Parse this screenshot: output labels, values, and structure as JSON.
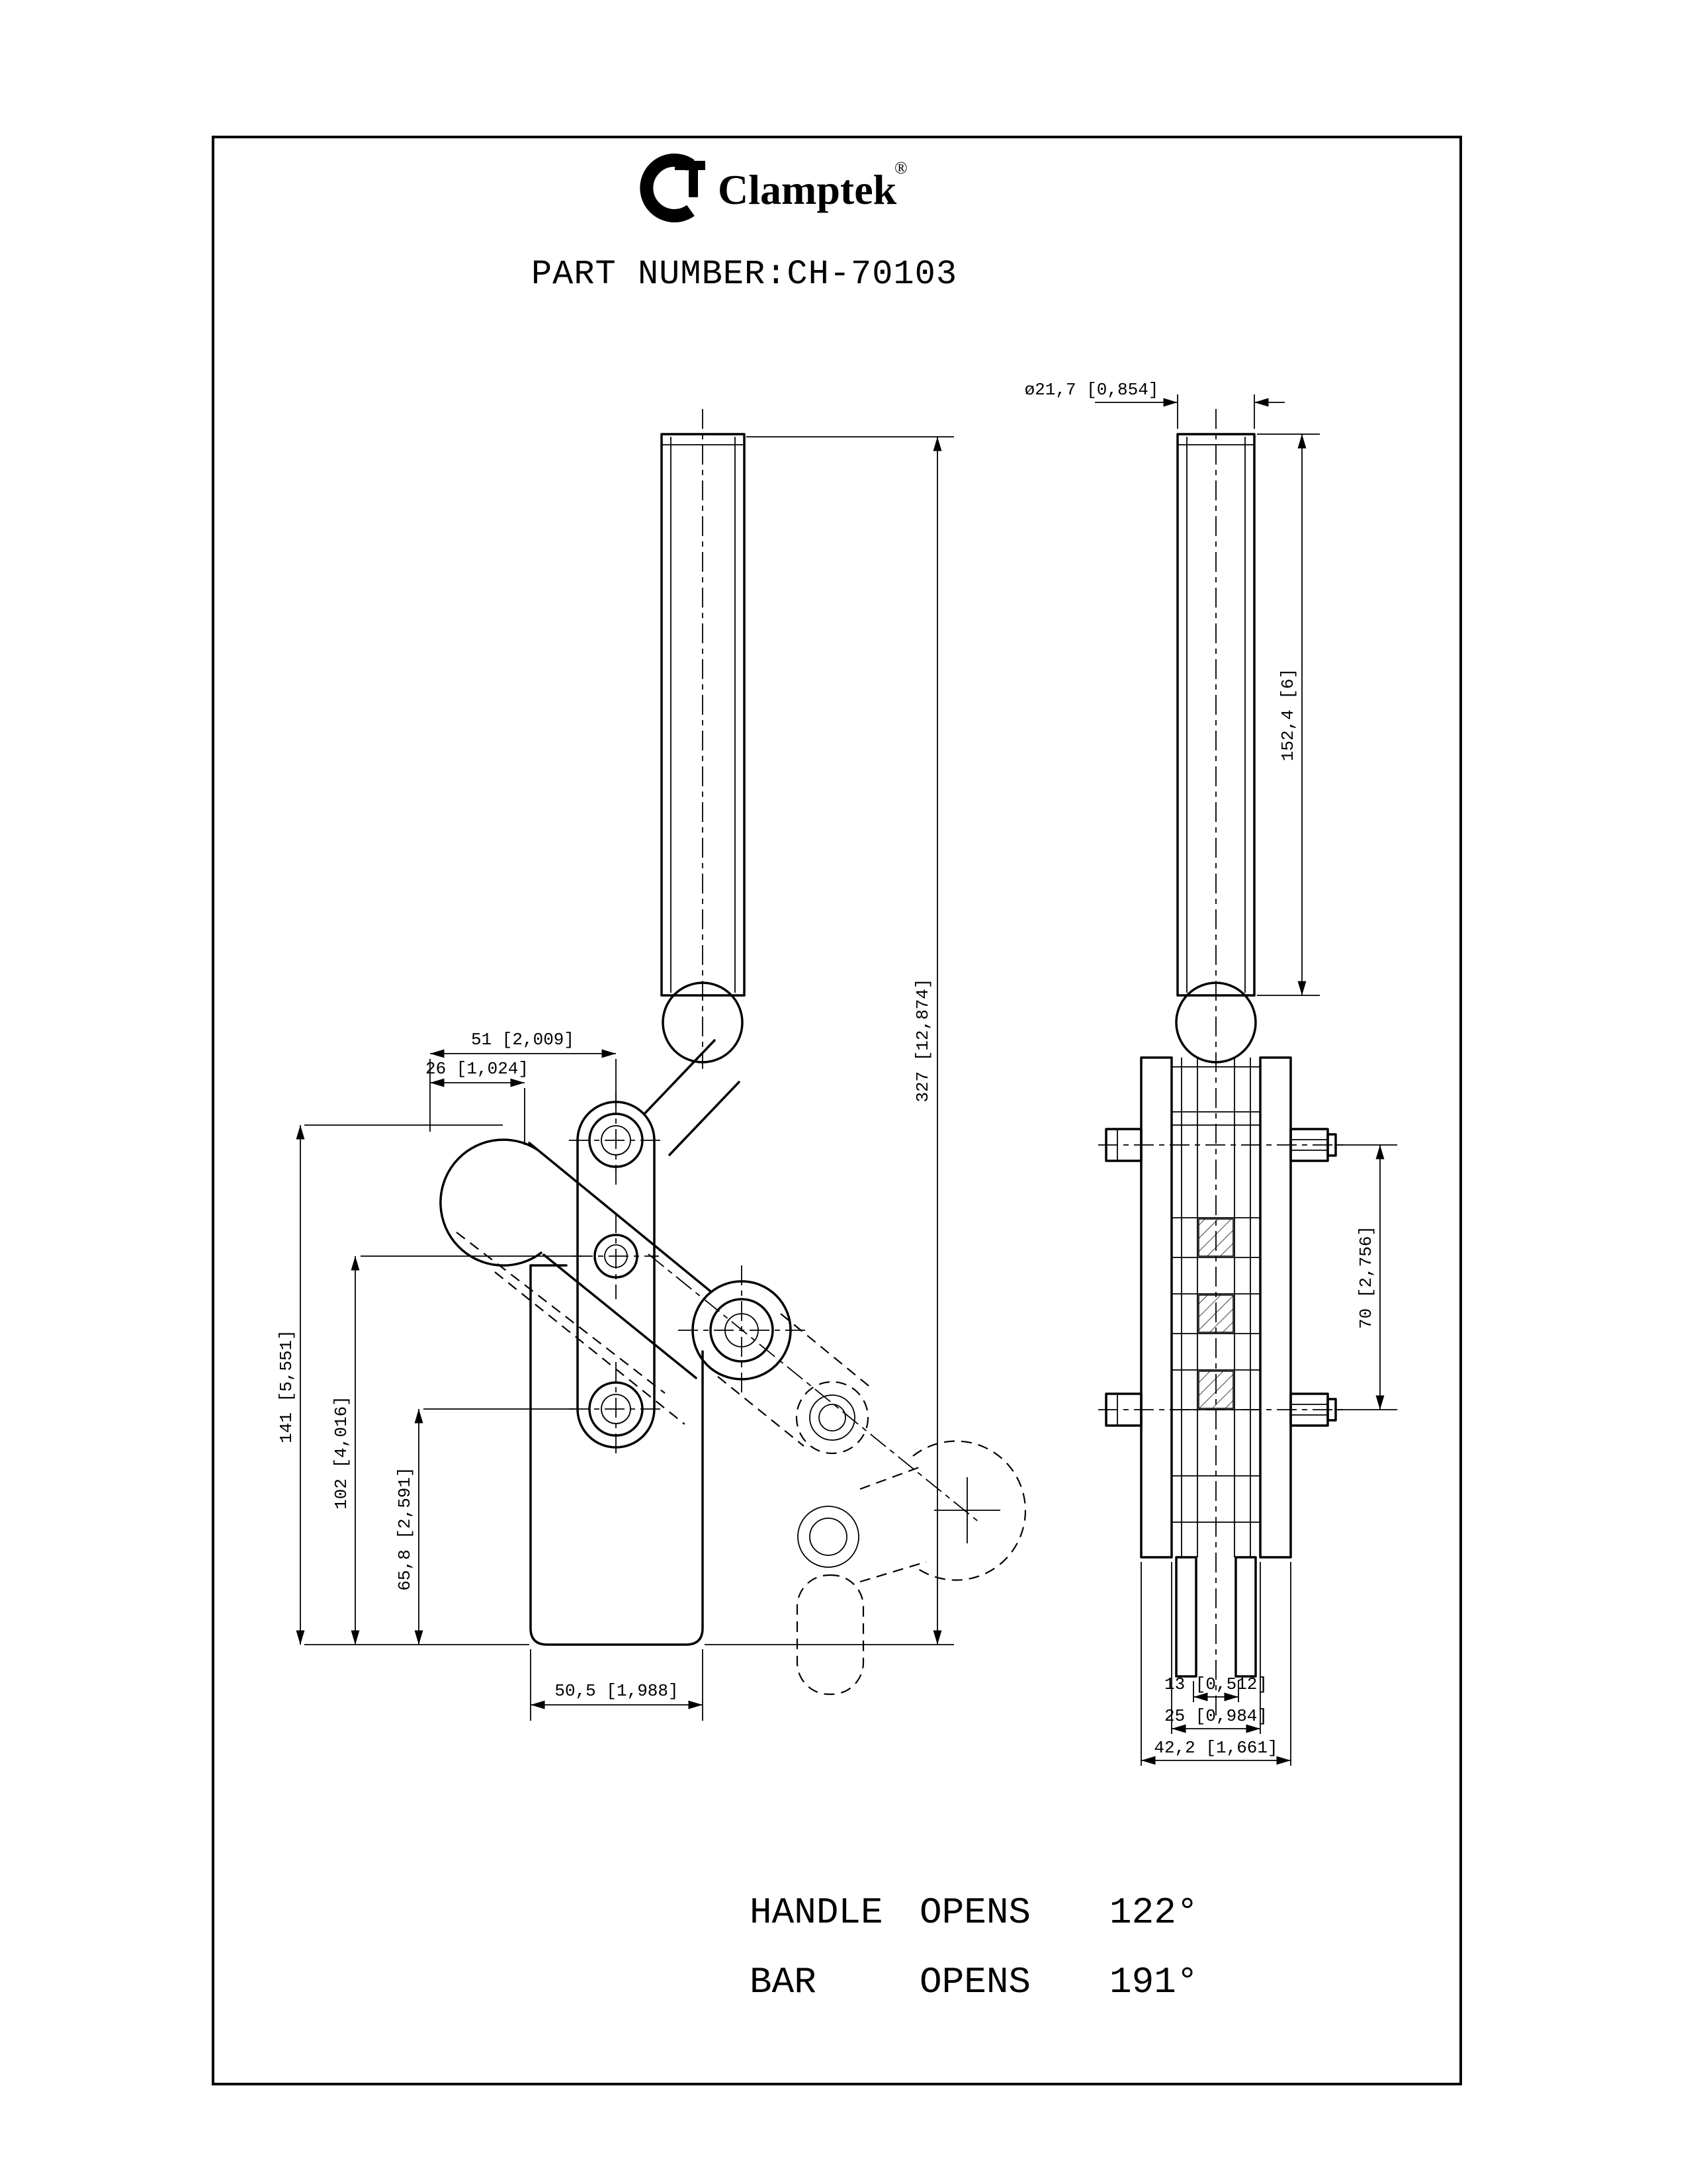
{
  "brand": {
    "name": "Clamptek",
    "registered": "®"
  },
  "part_number": "PART NUMBER:CH-70103",
  "dims": {
    "left": {
      "d51": "51 [2,009]",
      "d26": "26 [1,024]",
      "d141": "141 [5,551]",
      "d102": "102 [4,016]",
      "d65_8": "65,8 [2,591]",
      "d50_5": "50,5 [1,988]",
      "d327": "327 [12,874]"
    },
    "right": {
      "dia": "ø21,7 [0,854]",
      "d152_4": "152,4 [6]",
      "d70": "70 [2,756]",
      "d13": "13 [0,512]",
      "d25": "25 [0,984]",
      "d42_2": "42,2 [1,661]"
    }
  },
  "notes": {
    "handle_label": "HANDLE",
    "handle_opens": "OPENS",
    "handle_value": "122°",
    "bar_label": "BAR",
    "bar_opens": "OPENS",
    "bar_value": "191°"
  }
}
